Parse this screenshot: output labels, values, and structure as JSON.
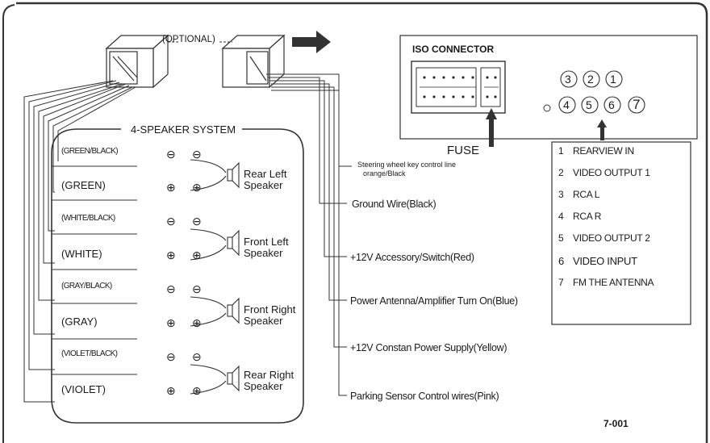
{
  "optional_label": "(OPTIONAL)",
  "speaker_system_title": "4-SPEAKER SYSTEM",
  "speaker_wires": [
    {
      "label": "(GREEN/BLACK)",
      "polarity": "⊖"
    },
    {
      "label": "(GREEN)",
      "polarity": "⊕"
    },
    {
      "label": "(WHITE/BLACK)",
      "polarity": "⊖"
    },
    {
      "label": "(WHITE)",
      "polarity": "⊕"
    },
    {
      "label": "(GRAY/BLACK)",
      "polarity": "⊖"
    },
    {
      "label": "(GRAY)",
      "polarity": "⊕"
    },
    {
      "label": "(VIOLET/BLACK)",
      "polarity": "⊖"
    },
    {
      "label": "(VIOLET)",
      "polarity": "⊕"
    }
  ],
  "speakers": [
    {
      "line1": "Rear Left",
      "line2": "Speaker"
    },
    {
      "line1": "Front Left",
      "line2": "Speaker"
    },
    {
      "line1": "Front Right",
      "line2": "Speaker"
    },
    {
      "line1": "Rear Right",
      "line2": "Speaker"
    }
  ],
  "steering": {
    "line1": "Steering wheel key control line",
    "line2": "orange/Black"
  },
  "power_wires": [
    "Ground Wire(Black)",
    "+12V Accessory/Switch(Red)",
    "Power Antenna/Amplifier Turn On(Blue)",
    "+12V Constan Power Supply(Yellow)",
    "Parking Sensor Control wires(Pink)"
  ],
  "iso_connector_label": "ISO CONNECTOR",
  "fuse_label": "FUSE",
  "pin_numbers_top": [
    "3",
    "2",
    "1"
  ],
  "pin_numbers_bottom": [
    "4",
    "5",
    "6",
    "7"
  ],
  "legend": [
    {
      "num": "1",
      "text": "REARVIEW IN"
    },
    {
      "num": "2",
      "text": "VIDEO OUTPUT 1"
    },
    {
      "num": "3",
      "text": "RCA L"
    },
    {
      "num": "4",
      "text": "RCA R"
    },
    {
      "num": "5",
      "text": "VIDEO OUTPUT 2"
    },
    {
      "num": "6",
      "text": "VIDEO INPUT"
    },
    {
      "num": "7",
      "text": "FM THE ANTENNA"
    }
  ],
  "code": "7-001",
  "colors": {
    "ink": "#1a1a1a",
    "paper": "#ffffff",
    "line": "#333333"
  }
}
